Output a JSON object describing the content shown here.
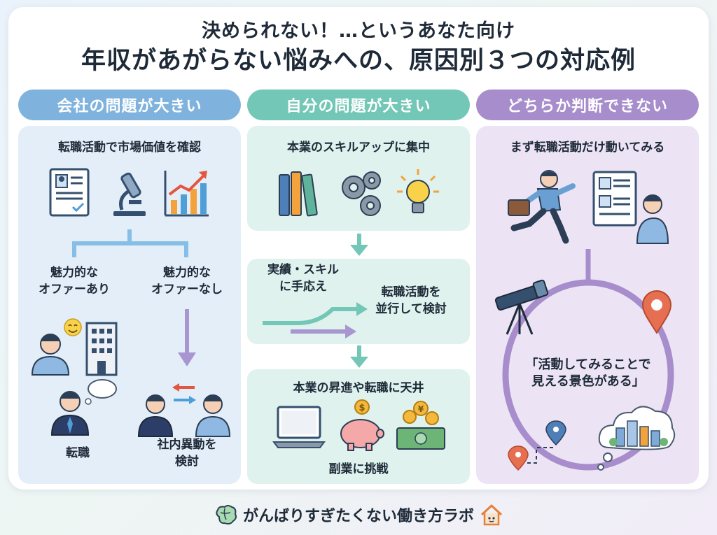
{
  "header": {
    "title_line1": "決められない！…というあなた向け",
    "title_line2": "年収があがらない悩みへの、原因別３つの対応例"
  },
  "columns": {
    "company": {
      "header": "会社の問題が大きい",
      "subtitle": "転職活動で市場価値を確認",
      "branch_left": [
        "魅力的な",
        "オファーあり"
      ],
      "branch_right": [
        "魅力的な",
        "オファーなし"
      ],
      "result_left": "転職",
      "result_right": [
        "社内異動を",
        "検討"
      ]
    },
    "self": {
      "header": "自分の問題が大きい",
      "step1": "本業のスキルアップに集中",
      "step2_left": [
        "実績・スキル",
        "に手応え"
      ],
      "step2_right": [
        "転職活動を",
        "並行して検討"
      ],
      "step3": "本業の昇進や転職に天井",
      "step3_caption": "副業に挑戦"
    },
    "unsure": {
      "header": "どちらか判断できない",
      "subtitle": "まず転職活動だけ動いてみる",
      "quote": [
        "「活動してみることで",
        "見える景色がある」"
      ]
    }
  },
  "footer": {
    "brand": "がんばりすぎたくない働き方ラボ"
  },
  "colors": {
    "blue": "#7fb3de",
    "teal": "#72c7b6",
    "purple": "#a88dcc"
  }
}
